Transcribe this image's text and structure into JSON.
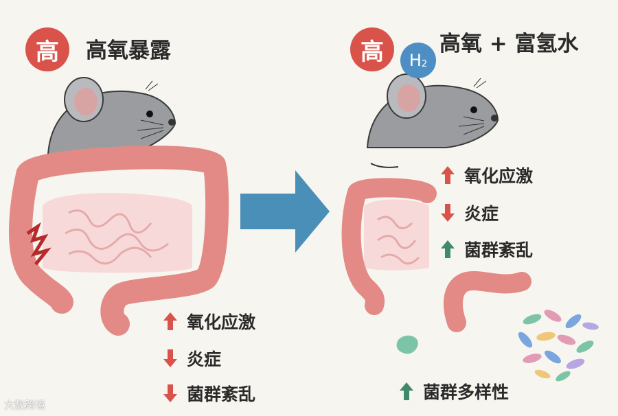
{
  "left_panel": {
    "badge": "高",
    "title": "高氧暴露",
    "effects": [
      {
        "label": "氧化应激",
        "direction": "up",
        "color": "#d9534a"
      },
      {
        "label": "炎症",
        "direction": "down",
        "color": "#d9534a"
      },
      {
        "label": "菌群紊乱",
        "direction": "down",
        "color": "#d9534a"
      }
    ]
  },
  "right_panel": {
    "badge": "高",
    "h2_label": "H",
    "h2_subscript": "2",
    "title": "高氧 + 富氢水",
    "effects": [
      {
        "label": "氧化应激",
        "direction": "up",
        "color": "#d9534a"
      },
      {
        "label": "炎症",
        "direction": "down",
        "color": "#d9534a"
      },
      {
        "label": "菌群紊乱",
        "direction": "up",
        "color": "#3f8a6a"
      }
    ],
    "diversity": {
      "label": "菌群多样性",
      "direction": "up",
      "color": "#3f8a6a"
    }
  },
  "watermark": "大数跨境",
  "colors": {
    "red": "#d9534a",
    "blue": "#4d8fc4",
    "green": "#3f8a6a",
    "arrow_blue": "#4a8fb8",
    "intestine": "#e38a86"
  }
}
